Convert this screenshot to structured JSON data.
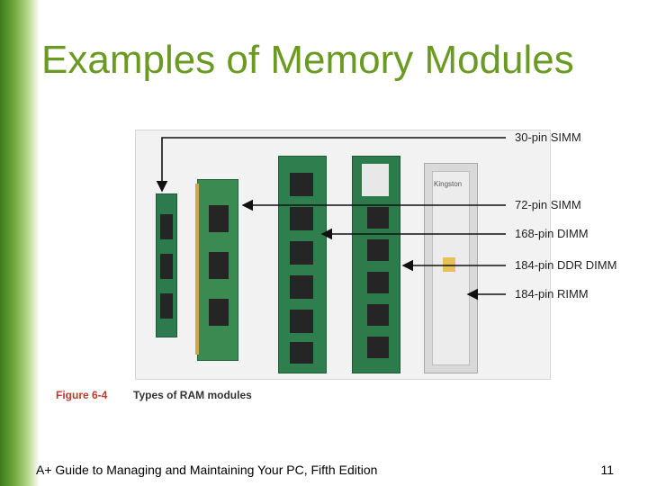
{
  "slide": {
    "title": "Examples of Memory Modules",
    "footer": "A+ Guide to Managing and Maintaining Your PC, Fifth Edition",
    "page_number": "11"
  },
  "figure": {
    "caption_number": "Figure 6-4",
    "caption_text": "Types of RAM modules",
    "labels": [
      "30-pin SIMM",
      "72-pin SIMM",
      "168-pin DIMM",
      "184-pin DDR DIMM",
      "184-pin RIMM"
    ],
    "rimm_label_text": "Kingston"
  },
  "colors": {
    "title": "#6b9a22",
    "accent_bar": "#4c8a24",
    "caption_number": "#c0392b",
    "pcb_green": "#2f7a4a"
  }
}
